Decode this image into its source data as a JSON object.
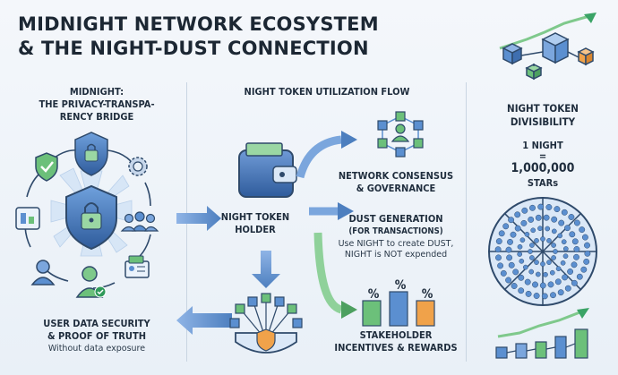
{
  "title": {
    "line1": "MIDNIGHT NETWORK ECOSYSTEM",
    "line2": "& THE NIGHT-DUST CONNECTION"
  },
  "left": {
    "heading": [
      "MIDNIGHT:",
      "THE PRIVACY-TRANSPA-",
      "RENCY BRIDGE"
    ],
    "footer": [
      "USER DATA SECURITY",
      "& PROOF OF TRUTH"
    ],
    "footer_sub": "Without data exposure"
  },
  "middle": {
    "heading": "NIGHT TOKEN UTILIZATION FLOW",
    "holder": [
      "NIGHT TOKEN",
      "HOLDER"
    ],
    "consensus": [
      "NETWORK CONSENSUS",
      "& GOVERNANCE"
    ],
    "dust": [
      "DUST GENERATION",
      "(FOR TRANSACTIONS)"
    ],
    "dust_sub": [
      "Use NIGHT to create DUST,",
      "NIGHT is NOT expended"
    ],
    "incentives": [
      "STAKEHOLDER",
      "INCENTIVES & REWARDS"
    ],
    "percent": "%"
  },
  "right": {
    "heading": [
      "NIGHT TOKEN",
      "DIVISIBILITY"
    ],
    "line1": "1 NIGHT",
    "eq": "=",
    "line2": "1,000,000",
    "line3": "STARs"
  },
  "colors": {
    "navy": "#2f4a6b",
    "blue": "#5b8fd0",
    "green": "#6cc07a",
    "orange": "#f0a24a",
    "arrow": "#5b84b8"
  }
}
